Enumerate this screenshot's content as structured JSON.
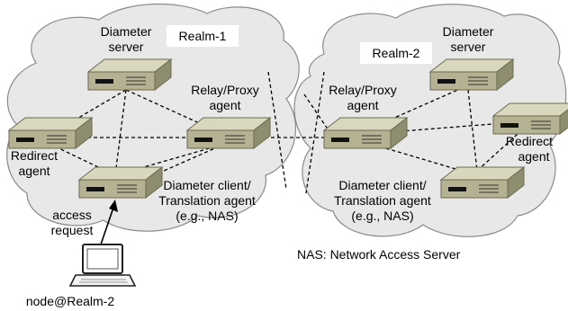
{
  "realms": {
    "realm1": "Realm-1",
    "realm2": "Realm-2"
  },
  "nodes": {
    "r1_server": [
      "Diameter",
      "server"
    ],
    "r1_redirect": [
      "Redirect",
      "agent"
    ],
    "r1_relay": [
      "Relay/Proxy",
      "agent"
    ],
    "r1_client": [
      "Diameter client/",
      "Translation agent",
      "(e.g., NAS)"
    ],
    "r2_server": [
      "Diameter",
      "server"
    ],
    "r2_relay": [
      "Relay/Proxy",
      "agent"
    ],
    "r2_redirect": [
      "Redirect",
      "agent"
    ],
    "r2_client": [
      "Diameter client/",
      "Translation agent",
      "(e.g., NAS)"
    ]
  },
  "access_request": [
    "access",
    "request"
  ],
  "user_node": "node@Realm-2",
  "note": "NAS: Network Access Server",
  "colors": {
    "cloud_fill": "#e8e8e8",
    "device_top": "#d9d7bd",
    "device_front": "#b4b293",
    "device_side": "#8f8d70"
  }
}
